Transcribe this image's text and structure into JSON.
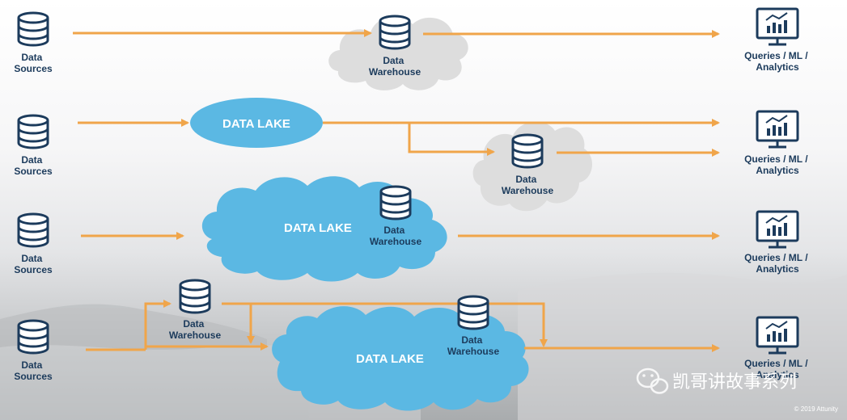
{
  "colors": {
    "arrow": "#F0A54A",
    "lake": "#5BB8E3",
    "gray_cloud": "#DDDDDD",
    "icon": "#1C3B5C",
    "label": "#1C3B5C"
  },
  "rows": [
    {
      "source_label": [
        "Data",
        "Sources"
      ],
      "warehouse_label": [
        "Data",
        "Warehouse"
      ],
      "target_label": [
        "Queries / ML /",
        "Analytics"
      ]
    },
    {
      "source_label": [
        "Data",
        "Sources"
      ],
      "lake_label": "DATA LAKE",
      "warehouse_label": [
        "Data",
        "Warehouse"
      ],
      "target_label": [
        "Queries / ML /",
        "Analytics"
      ]
    },
    {
      "source_label": [
        "Data",
        "Sources"
      ],
      "lake_label": "DATA LAKE",
      "warehouse_label": [
        "Data",
        "Warehouse"
      ],
      "target_label": [
        "Queries / ML /",
        "Analytics"
      ]
    },
    {
      "source_label": [
        "Data",
        "Sources"
      ],
      "warehouse_label": [
        "Data",
        "Warehouse"
      ],
      "lake_label": "DATA LAKE",
      "lake_warehouse_label": [
        "Data",
        "Warehouse"
      ],
      "target_label": [
        "Queries / ML /",
        "Analytics"
      ]
    }
  ],
  "watermark": "凯哥讲故事系列",
  "copyright": "© 2019 Attunity"
}
